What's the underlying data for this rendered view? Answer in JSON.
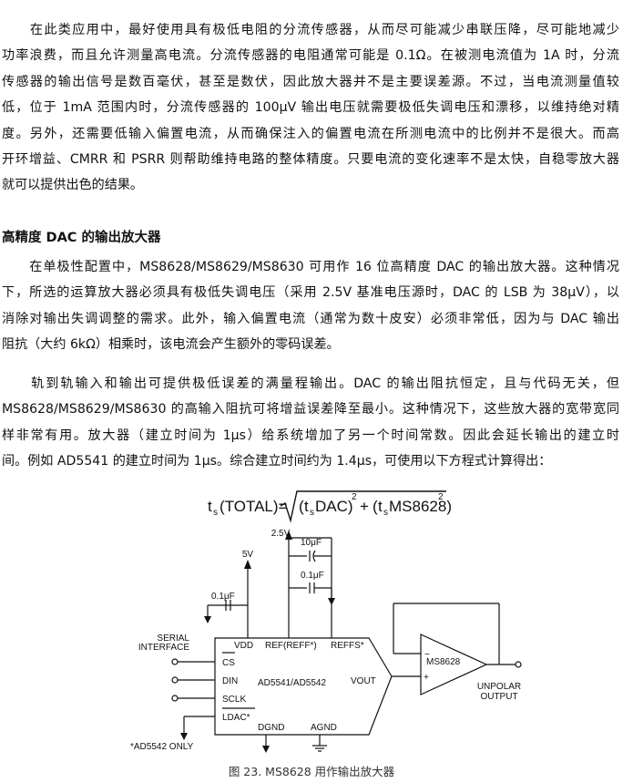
{
  "paragraphs": [
    {
      "lines": [
        "　　在此类应用中，最好使用具有极低电阻的分流传感器，从而尽可能减少串联压降，尽可能地减少",
        "功率浪费，而且允许测量高电流。分流传感器的电阻通常可能是 0.1Ω。在被测电流值为 1A 时，分流",
        "传感器的输出信号是数百毫伏，甚至是数伏，因此放大器并不是主要误差源。不过，当电流测量值较",
        "低，位于 1mA 范围内时，分流传感器的 100μV 输出电压就需要极低失调电压和漂移，以维持绝对精",
        "度。另外，还需要低输入偏置电流，从而确保注入的偏置电流在所测电流中的比例并不是很大。而高",
        "开环增益、CMRR 和 PSRR 则帮助维持电路的整体精度。只要电流的变化速率不是太快，自稳零放大器",
        "就可以提供出色的结果。"
      ]
    },
    {
      "lines": [
        "　　在单极性配置中，MS8628/MS8629/MS8630 可用作 16 位高精度 DAC 的输出放大器。这种情况",
        "下，所选的运算放大器必须具有极低失调电压（采用 2.5V 基准电压源时，DAC 的 LSB 为 38μV），以",
        "消除对输出失调调整的需求。此外，输入偏置电流（通常为数十皮安）必须非常低，因为与 DAC 输出",
        "阻抗（大约 6kΩ）相乘时，该电流会产生额外的零码误差。"
      ]
    },
    {
      "lines": [
        "　　轨到轨输入和输出可提供极低误差的满量程输出。DAC 的输出阻抗恒定，且与代码无关，但",
        "MS8628/MS8629/MS8630 的高输入阻抗可将增益误差降至最小。这种情况下，这些放大器的宽带宽同",
        "样非常有用。放大器（建立时间为 1μs）给系统增加了另一个时间常数。因此会延长输出的建立时",
        "间。例如 AD5541 的建立时间为 1μs。综合建立时间约为 1.4μs，可使用以下方程式计算得出："
      ]
    }
  ],
  "heading": "高精度 DAC 的输出放大器",
  "formula": {
    "t": "t",
    "s": "s",
    "total": "(TOTAL)=",
    "open1": "(",
    "dac": "DAC)",
    "plus": "+",
    "open2": "(",
    "ms": "MS8628)",
    "exp": "2"
  },
  "circuit": {
    "v25": "2.5V",
    "v5": "5V",
    "cap10": "10μF",
    "cap01a": "0.1μF",
    "cap01b": "0.1μF",
    "serial": "SERIAL",
    "interface": "INTERFACE",
    "pins": {
      "vdd": "VDD",
      "ref": "REF(REFF*)",
      "refs": "REFFS*",
      "cs": "CS",
      "din": "DIN",
      "sclk": "SCLK",
      "ldac": "LDAC*",
      "dgnd": "DGND",
      "agnd": "AGND",
      "vout": "VOUT"
    },
    "chip": "AD5541/AD5542",
    "opamp": "MS8628",
    "plus": "+",
    "minus": "−",
    "unipolar": "UNPOLAR",
    "output": "OUTPUT",
    "note": "*AD5542 ONLY"
  },
  "caption": "图 23. MS8628 用作输出放大器"
}
